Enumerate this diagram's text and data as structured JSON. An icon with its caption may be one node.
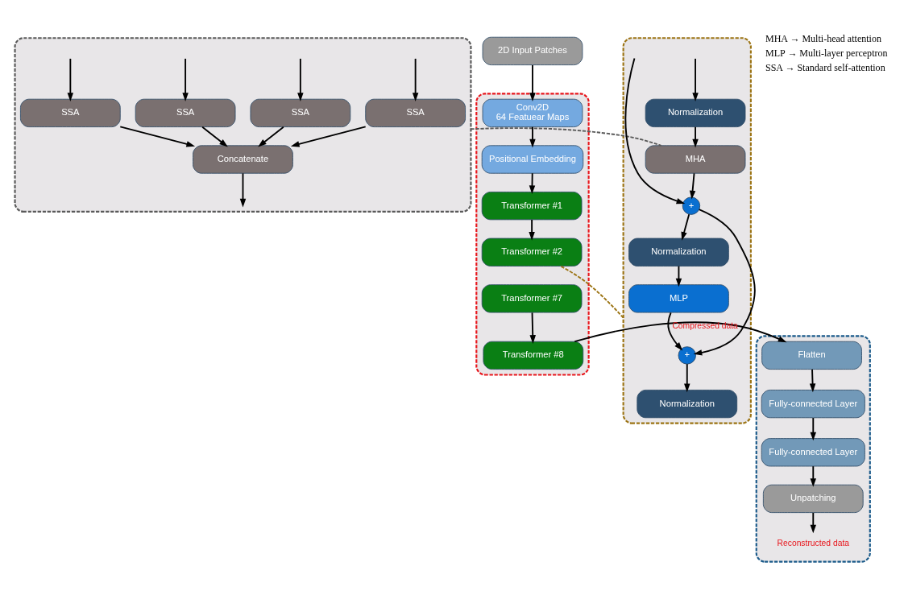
{
  "diagram": {
    "nodes": [
      {
        "text": [
          "2D Input Patches"
        ]
      },
      {
        "text": [],
        "shape": "box"
      },
      {
        "text": [
          "Conv2D",
          "64 Featuear Maps"
        ],
        "in": 1
      },
      {
        "text": [
          "Positional Embedding"
        ],
        "in": 1
      },
      {
        "text": [
          "Transformer #1"
        ],
        "in": 1
      },
      {
        "text": [
          "Transformer #2"
        ],
        "in": 1
      },
      {
        "text": [
          "Transformer #7"
        ],
        "in": 1
      },
      {
        "text": [
          "Transformer #8"
        ],
        "in": 1
      },
      {
        "text": [],
        "shape": "box"
      },
      {
        "text": [
          "Flatten"
        ],
        "in": 8
      },
      {
        "text": [
          "Fully-connected Layer"
        ],
        "in": 8
      },
      {
        "text": [
          "Fully-connected Layer"
        ],
        "in": 8
      },
      {
        "text": [
          "Unpatching"
        ],
        "in": 8
      },
      {
        "text": [
          "Reconstructed data"
        ],
        "in": 8
      },
      {
        "text": [],
        "shape": "box"
      },
      {
        "text": [
          "Normalization"
        ],
        "in": 14
      },
      {
        "text": [
          "MHA"
        ],
        "in": 14
      },
      {
        "text": [
          "+"
        ],
        "in": 14
      },
      {
        "text": [
          "Normalization"
        ],
        "in": 14
      },
      {
        "text": [
          "MLP"
        ],
        "in": 14
      },
      {
        "text": [
          "+"
        ],
        "in": 14
      },
      {
        "text": [
          "Normalization"
        ],
        "in": 14
      },
      {
        "text": [],
        "shape": "box"
      },
      {
        "text": [
          "SSA"
        ],
        "in": 22
      },
      {
        "text": [
          "SSA"
        ],
        "in": 22
      },
      {
        "text": [
          "SSA"
        ],
        "in": 22
      },
      {
        "text": [
          "SSA"
        ],
        "in": 22
      },
      {
        "text": [
          "Concatenate"
        ],
        "in": 22
      }
    ],
    "edges": [
      {
        "from": 0,
        "to": 2,
        "arrow": "to"
      },
      {
        "from": 2,
        "to": 3,
        "arrow": "to"
      },
      {
        "from": 3,
        "to": 4,
        "arrow": "to"
      },
      {
        "from": 4,
        "to": 5,
        "arrow": "to"
      },
      {
        "from": 6,
        "to": 7,
        "arrow": "to"
      },
      {
        "from": 7,
        "to": 9,
        "arrow": "to",
        "label": "Compressed data"
      },
      {
        "from": 9,
        "to": 10,
        "arrow": "to"
      },
      {
        "from": 10,
        "to": 11,
        "arrow": "to"
      },
      {
        "from": 11,
        "to": 12,
        "arrow": "to"
      },
      {
        "from": 12,
        "to": 13,
        "arrow": "to"
      },
      {
        "from": null,
        "to": 15,
        "arrow": "to"
      },
      {
        "from": null,
        "to": 17,
        "arrow": "to"
      },
      {
        "from": 15,
        "to": 16,
        "arrow": "to"
      },
      {
        "from": 16,
        "to": 17,
        "arrow": "to"
      },
      {
        "from": 17,
        "to": 18,
        "arrow": "to"
      },
      {
        "from": 18,
        "to": 19,
        "arrow": "to"
      },
      {
        "from": 19,
        "to": 20,
        "arrow": "to"
      },
      {
        "from": 17,
        "to": 20,
        "arrow": "to"
      },
      {
        "from": 20,
        "to": 21,
        "arrow": "to"
      },
      {
        "from": null,
        "to": 23,
        "arrow": "to"
      },
      {
        "from": null,
        "to": 24,
        "arrow": "to"
      },
      {
        "from": null,
        "to": 25,
        "arrow": "to"
      },
      {
        "from": null,
        "to": 26,
        "arrow": "to"
      },
      {
        "from": 23,
        "to": 27,
        "arrow": "to"
      },
      {
        "from": 24,
        "to": 27,
        "arrow": "to"
      },
      {
        "from": 25,
        "to": 27,
        "arrow": "to"
      },
      {
        "from": 26,
        "to": 27,
        "arrow": "to"
      },
      {
        "from": 27,
        "to": null,
        "arrow": "to"
      },
      {
        "from": 14,
        "to": 5,
        "arrow": "none",
        "style": "dashed",
        "color": "#9c7414"
      },
      {
        "from": 22,
        "to": 16,
        "arrow": "none",
        "style": "dashed",
        "color": "#5a5a5a"
      }
    ],
    "labels": [
      "MHA → Multi-head attention",
      "MLP → Multi-layer perceptron",
      "SSA → Standard self-attention"
    ]
  }
}
